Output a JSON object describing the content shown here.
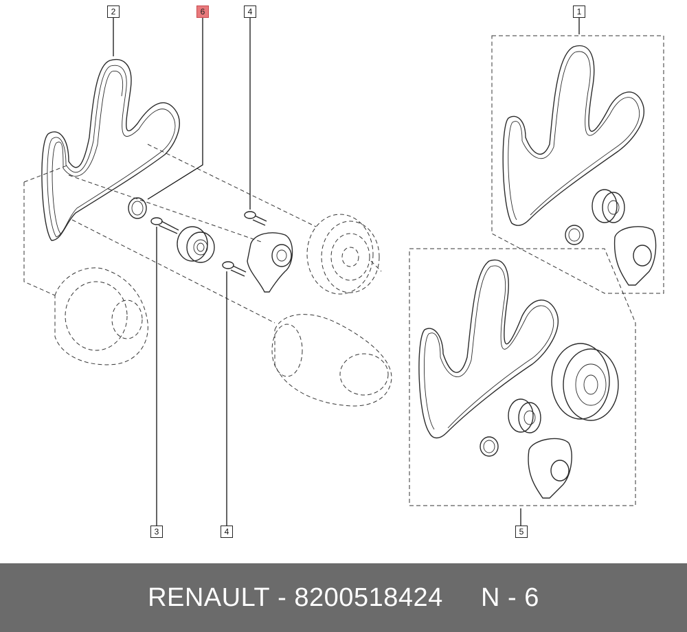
{
  "callouts": [
    {
      "label": "1"
    },
    {
      "label": "2"
    },
    {
      "label": "3"
    },
    {
      "label": "4"
    },
    {
      "label": "4"
    },
    {
      "label": "5"
    },
    {
      "label": "6",
      "highlight": true,
      "highlight_color": "#e8797c"
    }
  ],
  "footer": {
    "brand": "RENAULT",
    "separator": " - ",
    "part_number": "8200518424",
    "position_label": "N - 6",
    "background": "#6b6b6b"
  }
}
